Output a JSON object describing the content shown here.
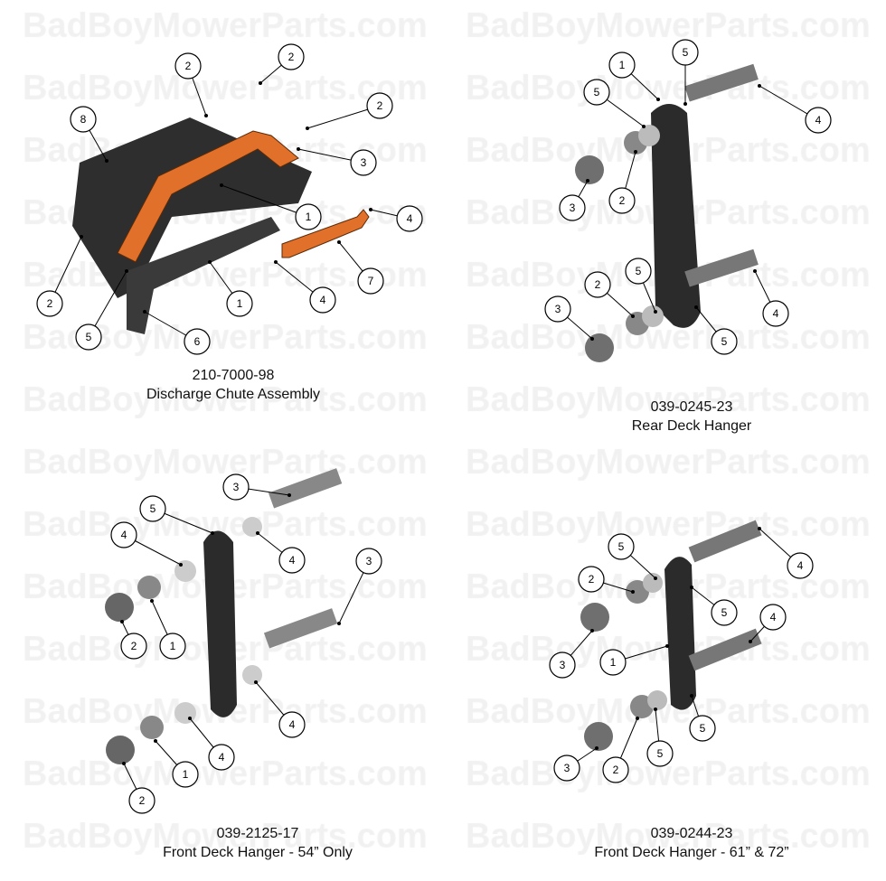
{
  "watermark": "BadBoyMowerParts.com",
  "panels": [
    {
      "part_number": "210-7000-98",
      "title": "Discharge Chute Assembly",
      "callouts": [
        "2",
        "2",
        "2",
        "8",
        "3",
        "1",
        "4",
        "7",
        "2",
        "4",
        "1",
        "5",
        "6"
      ]
    },
    {
      "part_number": "039-0245-23",
      "title": "Rear Deck Hanger",
      "callouts": [
        "1",
        "5",
        "5",
        "4",
        "2",
        "3",
        "5",
        "2",
        "4",
        "3",
        "5"
      ]
    },
    {
      "part_number": "039-2125-17",
      "title": "Front Deck Hanger - 54” Only",
      "callouts": [
        "3",
        "5",
        "4",
        "4",
        "3",
        "2",
        "1",
        "4",
        "4",
        "1",
        "2"
      ]
    },
    {
      "part_number": "039-0244-23",
      "title": "Front Deck Hanger - 61” & 72”",
      "callouts": [
        "5",
        "4",
        "2",
        "5",
        "4",
        "3",
        "1",
        "2",
        "5",
        "5",
        "3"
      ]
    }
  ],
  "colors": {
    "bracket_orange": "#e0702a",
    "part_dark": "#2b2b2b",
    "hardware_gray": "#8a8a8a"
  }
}
